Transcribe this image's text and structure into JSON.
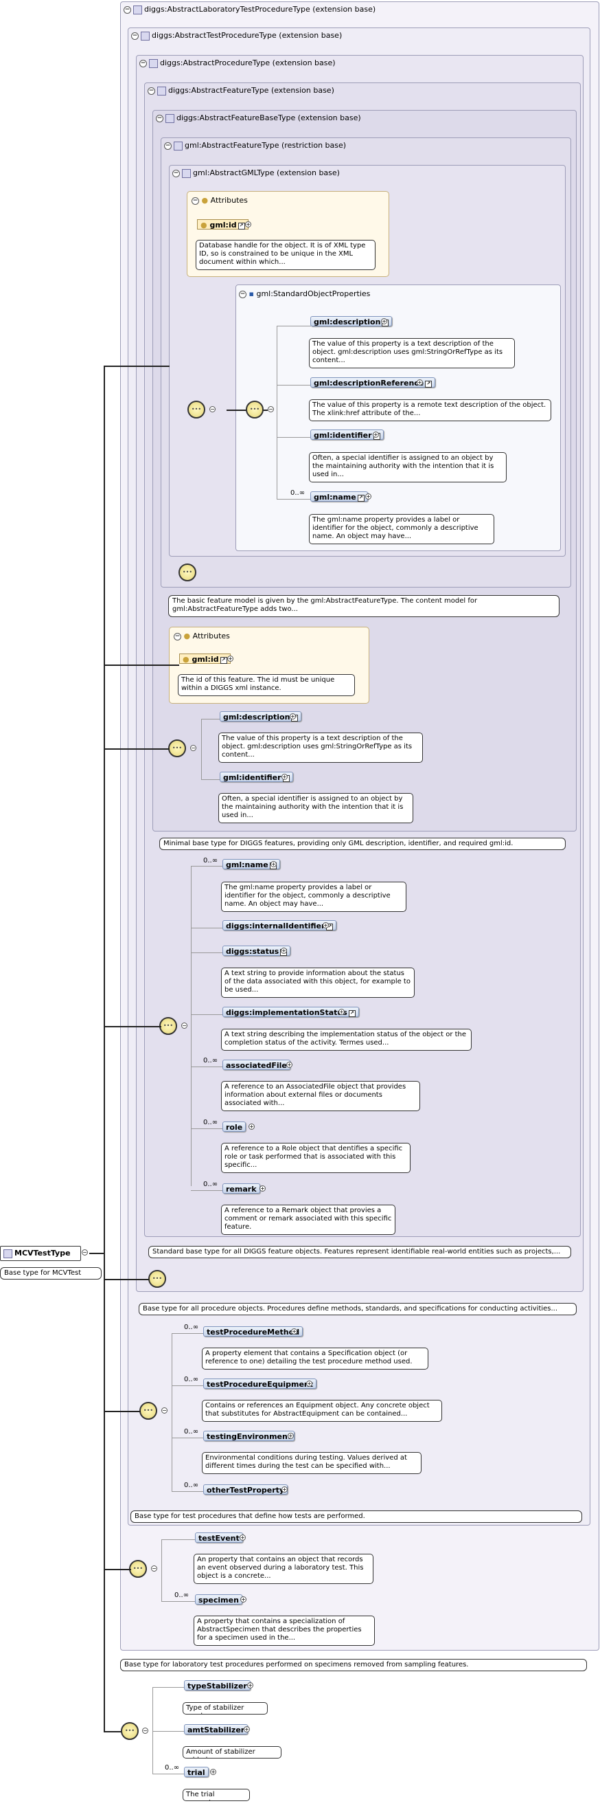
{
  "root": {
    "name": "MCVTestType",
    "doc": "Base type for MCVTest"
  },
  "types": {
    "t1": {
      "name": "diggs:AbstractLaboratoryTestProcedureType (extension base)",
      "doc": "Base type for laboratory test procedures performed on specimens removed from sampling features."
    },
    "t2": {
      "name": "diggs:AbstractTestProcedureType (extension base)",
      "doc": "Base type for test procedures that define how tests are performed."
    },
    "t3": {
      "name": "diggs:AbstractProcedureType (extension base)",
      "doc": "Base type for all procedure objects. Procedures define methods, standards, and specifications for conducting activities..."
    },
    "t4": {
      "name": "diggs:AbstractFeatureType (extension base)",
      "doc": "Standard base type for all DIGGS feature objects. Features represent identifiable real-world entities such as projects,..."
    },
    "t5": {
      "name": "diggs:AbstractFeatureBaseType (extension base)",
      "doc": "Minimal base type for DIGGS features, providing only GML description, identifier, and required gml:id."
    },
    "t6": {
      "name": "gml:AbstractFeatureType (restriction base)",
      "doc": "The basic feature model is given by the gml:AbstractFeatureType. The content model for gml:AbstractFeatureType adds two..."
    },
    "t7": {
      "name": "gml:AbstractGMLType (extension base)"
    }
  },
  "attributes": {
    "label": "Attributes",
    "gml": {
      "name": "gml:id",
      "doc": "Database handle for the object. It is of XML type ID, so is constrained to be unique in the XML document within which..."
    },
    "feature": {
      "name": "gml:id",
      "doc": "The id of this feature. The id must be unique within a DIGGS xml instance."
    }
  },
  "group": {
    "name": "gml:StandardObjectProperties"
  },
  "elements": {
    "g_desc": {
      "name": "gml:description",
      "doc": "The value of this property is a text description of the object. gml:description uses gml:StringOrRefType as its content..."
    },
    "g_descref": {
      "name": "gml:descriptionReference",
      "doc": "The value of this property is a remote text description of the object. The xlink:href attribute of the..."
    },
    "g_ident": {
      "name": "gml:identifier",
      "doc": "Often, a special identifier is assigned to an object by the maintaining authority with the intention that it is used in..."
    },
    "g_name": {
      "name": "gml:name",
      "card": "0..∞",
      "doc": "The gml:name property provides a label or identifier for the object, commonly a descriptive name. An object may have..."
    },
    "fb_desc": {
      "name": "gml:description",
      "doc": "The value of this property is a text description of the object. gml:description uses gml:StringOrRefType as its content..."
    },
    "fb_ident": {
      "name": "gml:identifier",
      "doc": "Often, a special identifier is assigned to an object by the maintaining authority with the intention that it is used in..."
    },
    "f_name": {
      "name": "gml:name",
      "card": "0..∞",
      "doc": "The gml:name property provides a label or identifier for the object, commonly a descriptive name. An object may have..."
    },
    "f_internal": {
      "name": "diggs:internalIdentifier"
    },
    "f_status": {
      "name": "diggs:status",
      "doc": "A text string to provide information about the status of the data associated with this object, for example to be used..."
    },
    "f_impl": {
      "name": "diggs:implementationStatus",
      "doc": "A text string describing the implementation status of the object or the completion status of the activity. Termes used..."
    },
    "f_assoc": {
      "name": "associatedFile",
      "card": "0..∞",
      "doc": "A reference to an AssociatedFile object that provides information about external files or documents associated with..."
    },
    "f_role": {
      "name": "role",
      "card": "0..∞",
      "doc": "A reference to a Role object that dentifies a specific role or task performed that is associated with this specific..."
    },
    "f_remark": {
      "name": "remark",
      "card": "0..∞",
      "doc": "A reference to a Remark object that provies a comment or remark associated with this specific feature."
    },
    "p_tpm": {
      "name": "testProcedureMethod",
      "card": "0..∞",
      "doc": "A property element that contains a Specification object (or reference to one) detailing the test procedure method used."
    },
    "p_tpe": {
      "name": "testProcedureEquipment",
      "card": "0..∞",
      "doc": "Contains or references an Equipment object. Any concrete object that substitutes for AbstractEquipment can be contained..."
    },
    "p_env": {
      "name": "testingEnvironment",
      "card": "0..∞",
      "doc": "Environmental conditions during testing. Values derived at different times during the test can be specified with..."
    },
    "p_other": {
      "name": "otherTestProperty",
      "card": "0..∞"
    },
    "l_event": {
      "name": "testEvent",
      "doc": "An property that contains an object that records an event observed during a laboratory test. This object is a concrete..."
    },
    "l_spec": {
      "name": "specimen",
      "card": "0..∞",
      "doc": "A property that contains a specialization of AbstractSpecimen that describes the properties for a specimen used in the..."
    },
    "m_type": {
      "name": "typeStabilizer",
      "doc": "Type of stabilizer used."
    },
    "m_amt": {
      "name": "amtStabilizer",
      "doc": "Amount of stabilizer added."
    },
    "m_trial": {
      "name": "trial",
      "card": "0..∞",
      "doc": "The trial property."
    }
  }
}
